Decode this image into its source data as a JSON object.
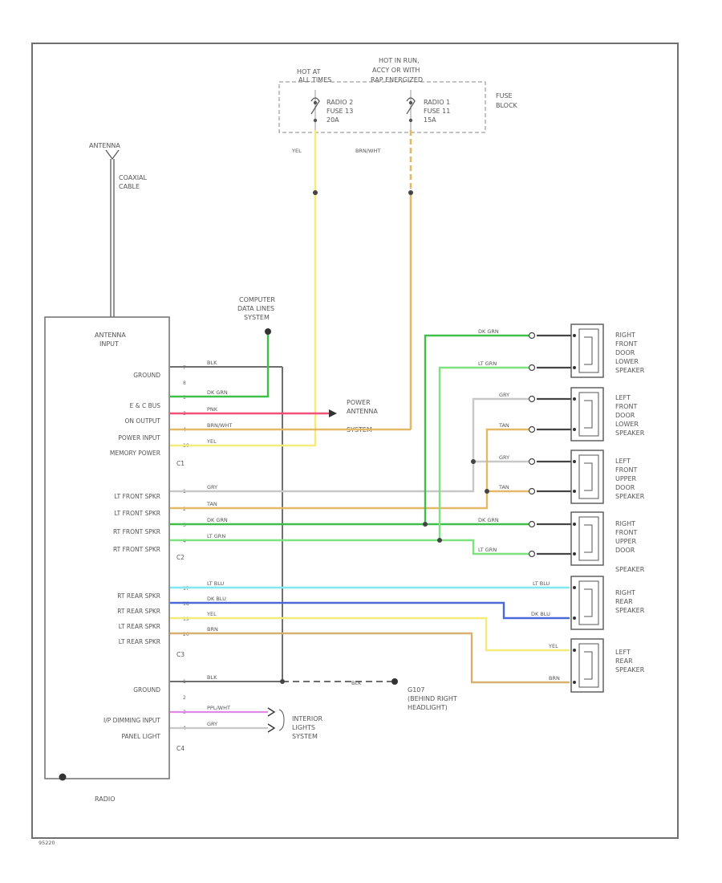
{
  "fuse_block": {
    "title": "FUSE BLOCK",
    "hot_at_all_times": [
      "HOT AT",
      "ALL TIMES"
    ],
    "hot_in_run": [
      "HOT IN RUN,",
      "ACCY OR WITH",
      "RAP ENERGIZED"
    ],
    "radio2_fuse": [
      "RADIO 2",
      "FUSE 13",
      "20A"
    ],
    "radio1_fuse": [
      "RADIO 1",
      "FUSE 11",
      "15A"
    ]
  },
  "antenna": {
    "label": "ANTENNA",
    "cable": [
      "COAXIAL",
      "CABLE"
    ]
  },
  "computer_data_lines": [
    "COMPUTER",
    "DATA LINES",
    "SYSTEM"
  ],
  "power_antenna": [
    "POWER",
    "ANTENNA",
    "SYSTEM"
  ],
  "radio": {
    "label": "RADIO",
    "antenna_input": [
      "ANTENNA",
      "INPUT"
    ],
    "c1_pins": [
      "GROUND",
      "E & C BUS",
      "ON OUTPUT",
      "POWER INPUT",
      "MEMORY POWER"
    ],
    "c2_pins": [
      "LT FRONT SPKR",
      "LT FRONT SPKR",
      "RT FRONT SPKR",
      "RT FRONT SPKR"
    ],
    "c3_pins": [
      "RT REAR SPKR",
      "RT REAR SPKR",
      "LT REAR SPKR",
      "LT REAR SPKR"
    ],
    "c4_pins": [
      "GROUND",
      "I/P DIMMING INPUT",
      "PANEL LIGHT"
    ],
    "connectors": [
      "C1",
      "C2",
      "C3",
      "C4"
    ]
  },
  "pin_numbers": {
    "c1": [
      "7",
      "8",
      "1",
      "3",
      "4",
      "10"
    ],
    "c2": [
      "1",
      "2",
      "3",
      "4"
    ],
    "c3": [
      "17",
      "18",
      "19",
      "20"
    ],
    "c4": [
      "1",
      "2",
      "3",
      "4"
    ]
  },
  "wire_colors": {
    "yel": "YEL",
    "brn_wht": "BRN/WHT",
    "blk": "BLK",
    "dk_grn": "DK GRN",
    "pnk": "PNK",
    "gry": "GRY",
    "tan": "TAN",
    "lt_grn": "LT GRN",
    "lt_blu": "LT BLU",
    "dk_blu": "DK BLU",
    "brn": "BRN",
    "ppl_wht": "PPL/WHT"
  },
  "speakers": {
    "right_front_door_lower": [
      "RIGHT",
      "FRONT",
      "DOOR",
      "LOWER",
      "SPEAKER"
    ],
    "left_front_door_lower": [
      "LEFT",
      "FRONT",
      "DOOR",
      "LOWER",
      "SPEAKER"
    ],
    "left_front_upper_door": [
      "LEFT",
      "FRONT",
      "UPPER",
      "DOOR",
      "SPEAKER"
    ],
    "right_front_upper_door": [
      "RIGHT",
      "FRONT",
      "UPPER",
      "DOOR",
      "SPEAKER"
    ],
    "right_rear": [
      "RIGHT",
      "REAR",
      "SPEAKER"
    ],
    "left_rear": [
      "LEFT",
      "REAR",
      "SPEAKER"
    ]
  },
  "ground": [
    "G107",
    "(BEHIND RIGHT",
    "HEADLIGHT)"
  ],
  "interior_lights": [
    "INTERIOR",
    "LIGHTS",
    "SYSTEM"
  ],
  "figure_code": "95220",
  "colors": {
    "yellow": "#f4ec7a",
    "tan": "#e3b968",
    "black": "#6e6e6e",
    "dark_green": "#3fbf4a",
    "light_green": "#7fe27f",
    "pink": "#f0507a",
    "gray": "#c8c8c8",
    "light_blue": "#7fe8f0",
    "dark_blue": "#4a6ad8",
    "brown": "#d8b070",
    "purple_white": "#e08ae8",
    "outline": "#555555"
  }
}
